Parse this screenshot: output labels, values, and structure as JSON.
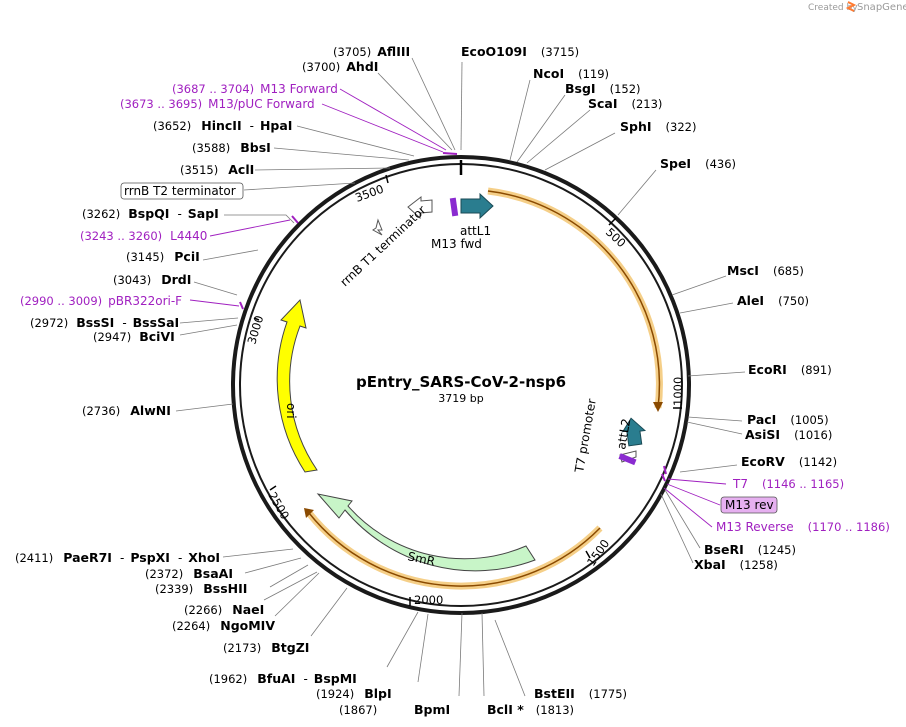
{
  "credit": {
    "created_by": "Created by",
    "brand": "SnapGene"
  },
  "plasmid": {
    "name": "pEntry_SARS-CoV-2-nsp6",
    "length_label": "3719 bp"
  },
  "ticks": [
    "500",
    "1000",
    "1500",
    "2000",
    "2500",
    "3000",
    "3500"
  ],
  "features": {
    "attL1": "attL1",
    "m13_fwd": "M13 fwd",
    "rrnb_t1": "rrnB T1 terminator",
    "rrnb_t2": "rrnB T2 terminator",
    "ori": "ori",
    "smr": "SmR",
    "attL2": "attL2",
    "t7_promoter": "T7 promoter",
    "m13_rev": "M13 rev"
  },
  "sites": {
    "aflIII": {
      "name": "AflIII",
      "pos": "(3705)"
    },
    "ahdI": {
      "name": "AhdI",
      "pos": "(3700)"
    },
    "eco0109I": {
      "name": "EcoO109I",
      "pos": "(3715)"
    },
    "ncoI": {
      "name": "NcoI",
      "pos": "(119)"
    },
    "bsgI": {
      "name": "BsgI",
      "pos": "(152)"
    },
    "scaI": {
      "name": "ScaI",
      "pos": "(213)"
    },
    "sphI": {
      "name": "SphI",
      "pos": "(322)"
    },
    "speI": {
      "name": "SpeI",
      "pos": "(436)"
    },
    "mscI": {
      "name": "MscI",
      "pos": "(685)"
    },
    "aleI": {
      "name": "AleI",
      "pos": "(750)"
    },
    "ecoRI": {
      "name": "EcoRI",
      "pos": "(891)"
    },
    "pacI": {
      "name": "PacI",
      "pos": "(1005)"
    },
    "asiSI": {
      "name": "AsiSI",
      "pos": "(1016)"
    },
    "ecoRV": {
      "name": "EcoRV",
      "pos": "(1142)"
    },
    "bseRI": {
      "name": "BseRI",
      "pos": "(1245)"
    },
    "xbaI": {
      "name": "XbaI",
      "pos": "(1258)"
    },
    "bstEII": {
      "name": "BstEII",
      "pos": "(1775)"
    },
    "bclI": {
      "name": "BclI *",
      "pos": "(1813)"
    },
    "bpmI": {
      "name": "BpmI",
      "pos": "(1867)"
    },
    "blpI": {
      "name": "BlpI",
      "pos": "(1924)"
    },
    "bfuAI": {
      "name": "BfuAI",
      "sep": "-",
      "name2": "BspMI",
      "pos": "(1962)"
    },
    "btgZI": {
      "name": "BtgZI",
      "pos": "(2173)"
    },
    "ngoMIV": {
      "name": "NgoMIV",
      "pos": "(2264)"
    },
    "naeI": {
      "name": "NaeI",
      "pos": "(2266)"
    },
    "bssHII": {
      "name": "BssHII",
      "pos": "(2339)"
    },
    "bsaAI": {
      "name": "BsaAI",
      "pos": "(2372)"
    },
    "paeR7I": {
      "name": "PaeR7I",
      "sep": "-",
      "name2": "PspXI",
      "sep2": "-",
      "name3": "XhoI",
      "pos": "(2411)"
    },
    "alwNI": {
      "name": "AlwNI",
      "pos": "(2736)"
    },
    "bciVI": {
      "name": "BciVI",
      "pos": "(2947)"
    },
    "bssSI": {
      "name": "BssSI",
      "sep": "-",
      "name2": "BssSaI",
      "pos": "(2972)"
    },
    "drdI": {
      "name": "DrdI",
      "pos": "(3043)"
    },
    "pciI": {
      "name": "PciI",
      "pos": "(3145)"
    },
    "bspQI": {
      "name": "BspQI",
      "sep": "-",
      "name2": "SapI",
      "pos": "(3262)"
    },
    "aclI": {
      "name": "AclI",
      "pos": "(3515)"
    },
    "bbsI": {
      "name": "BbsI",
      "pos": "(3588)"
    },
    "hincII": {
      "name": "HincII",
      "sep": "-",
      "name2": "HpaI",
      "pos": "(3652)"
    }
  },
  "primers": {
    "m13_forward": {
      "name": "M13 Forward",
      "pos": "(3687 .. 3704)"
    },
    "m13_puc_forward": {
      "name": "M13/pUC Forward",
      "pos": "(3673 .. 3695)"
    },
    "l4440": {
      "name": "L4440",
      "pos": "(3243 .. 3260)"
    },
    "pbr322ori": {
      "name": "pBR322ori-F",
      "pos": "(2990 .. 3009)"
    },
    "t7": {
      "name": "T7",
      "pos": "(1146 .. 1165)"
    },
    "m13_reverse": {
      "name": "M13 Reverse",
      "pos": "(1170 .. 1186)"
    }
  },
  "colors": {
    "backbone": "#1a1a1a",
    "orange": "#f0a030",
    "teal": "#2a7d8f",
    "yellow": "#ffff00",
    "green": "#c8f5c8",
    "primer": "#a020c0",
    "box_fill": "#e6b0f0"
  }
}
